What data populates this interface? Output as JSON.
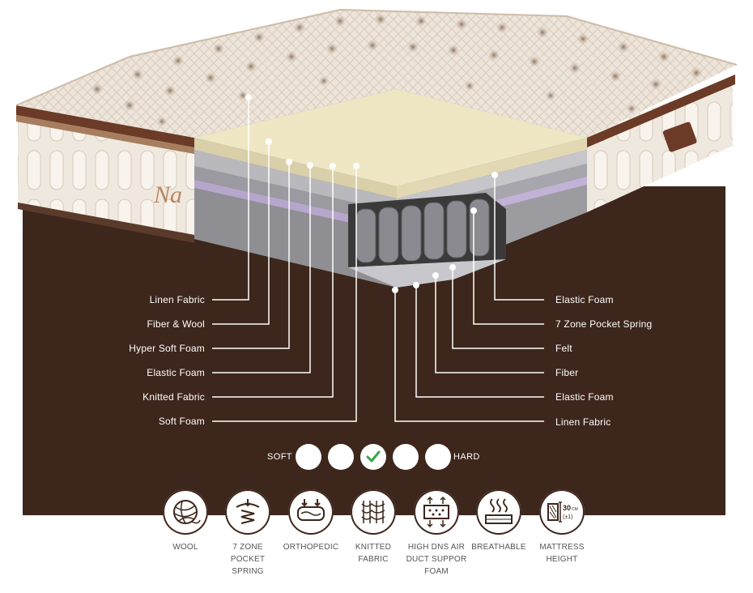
{
  "left_labels": [
    "Linen Fabric",
    "Fiber & Wool",
    "Hyper Soft Foam",
    "Elastic Foam",
    "Knitted Fabric",
    "Soft Foam"
  ],
  "right_labels": [
    "Elastic Foam",
    "7 Zone Pocket Spring",
    "Felt",
    "Fiber",
    "Elastic Foam",
    "Linen Fabric"
  ],
  "firmness": {
    "soft_label": "SOFT",
    "hard_label": "HARD",
    "levels": 5,
    "selected_level": 3
  },
  "features": [
    {
      "caption": "WOOL",
      "icon": "wool-ball-icon"
    },
    {
      "caption": "7 ZONE POCKET SPRING",
      "icon": "pocket-spring-icon"
    },
    {
      "caption": "ORTHOPEDIC",
      "icon": "orthopedic-icon"
    },
    {
      "caption": "KNITTED FABRIC",
      "icon": "knitted-fabric-icon"
    },
    {
      "caption": "HIGH DNS AIR DUCT SUPPOR FOAM",
      "icon": "air-duct-foam-icon"
    },
    {
      "caption": "BREATHABLE",
      "icon": "breathable-icon"
    },
    {
      "caption": "MATTRESS HEIGHT",
      "icon": "mattress-height-icon",
      "height_text": "30",
      "unit_text": "CM",
      "tolerance_text": "(±1)"
    }
  ],
  "colors": {
    "brown": "#3d261b",
    "check_green": "#3aa54a",
    "line": "#ffffff"
  }
}
